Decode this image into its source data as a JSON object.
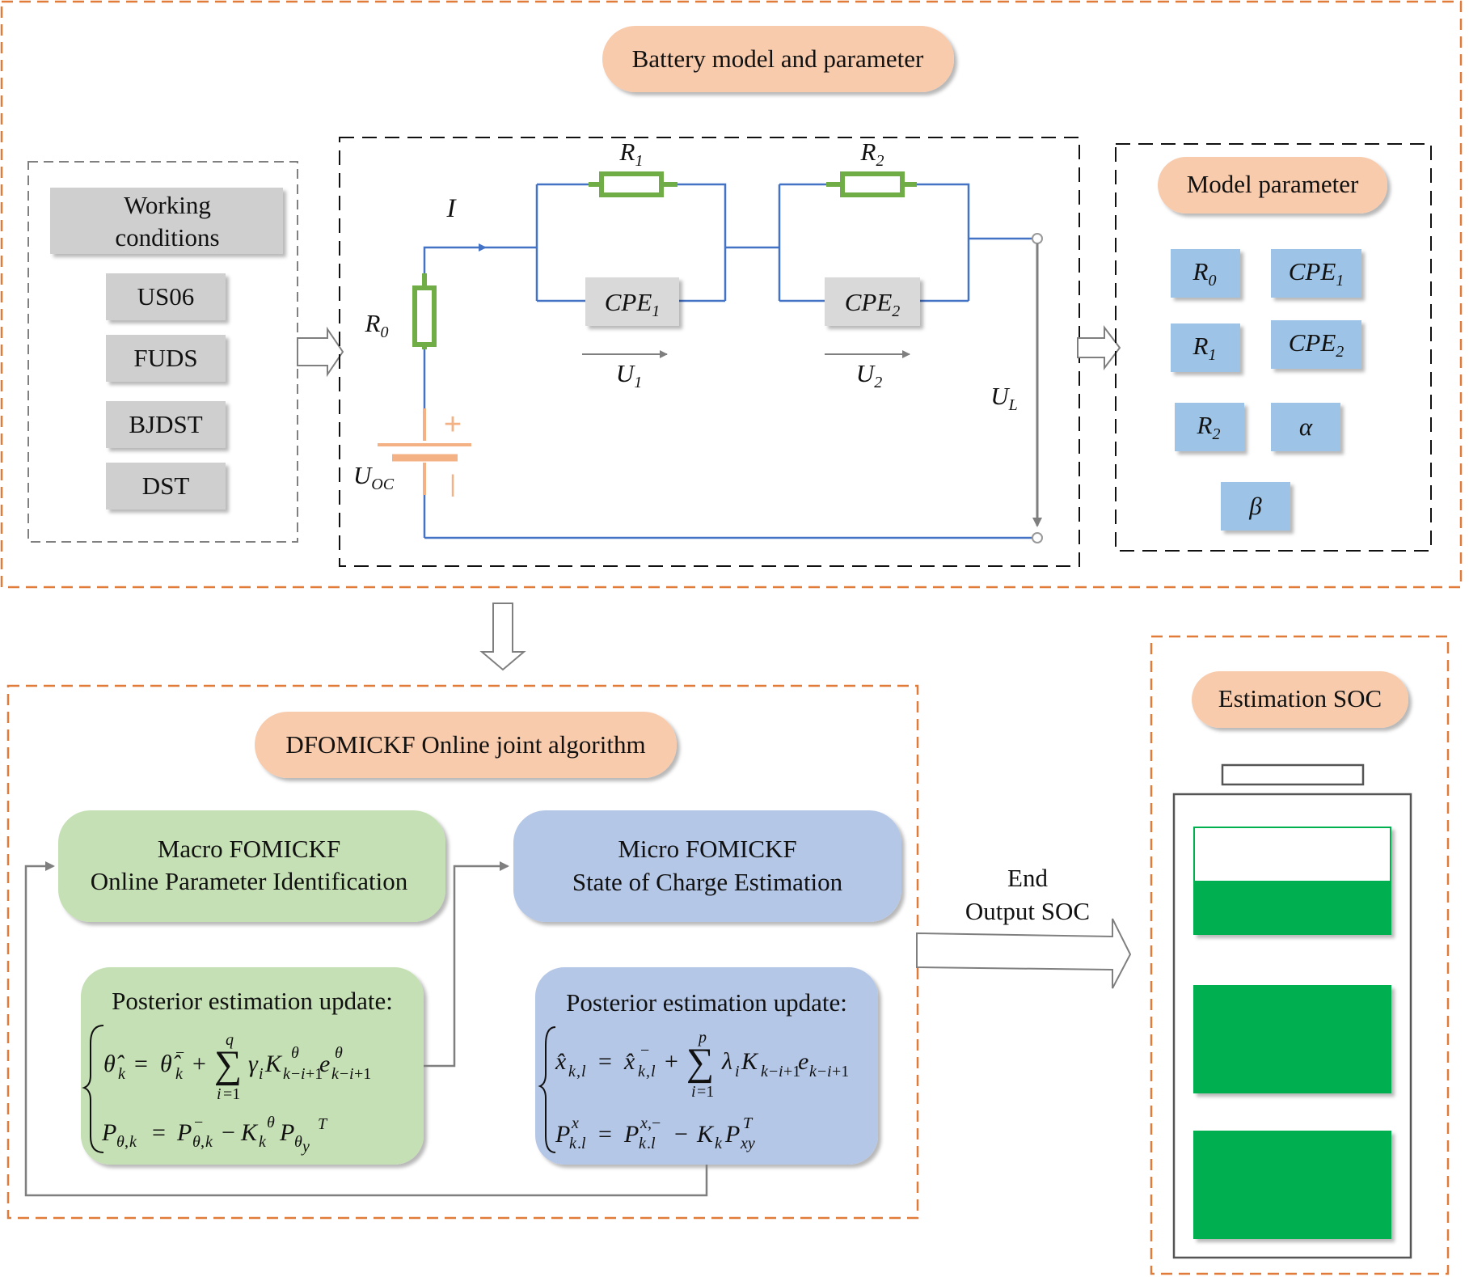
{
  "sections": {
    "battery_model_title": "Battery model and parameter",
    "algorithm_title": "DFOMICKF Online joint algorithm",
    "soc_title": "Estimation SOC"
  },
  "working_conditions": {
    "header_line1": "Working",
    "header_line2": "conditions",
    "items": [
      "US06",
      "FUDS",
      "BJDST",
      "DST"
    ]
  },
  "circuit": {
    "current": "I",
    "r0": {
      "base": "R",
      "sub": "0"
    },
    "r1": {
      "base": "R",
      "sub": "1"
    },
    "r2": {
      "base": "R",
      "sub": "2"
    },
    "cpe1": {
      "base": "CPE",
      "sub": "1"
    },
    "cpe2": {
      "base": "CPE",
      "sub": "2"
    },
    "u1": {
      "base": "U",
      "sub": "1"
    },
    "u2": {
      "base": "U",
      "sub": "2"
    },
    "ul": {
      "base": "U",
      "sub": "L"
    },
    "uoc": {
      "base": "U",
      "sub": "OC"
    },
    "plus": "+",
    "minus": "|"
  },
  "model_parameter": {
    "title": "Model parameter",
    "params": [
      {
        "base": "R",
        "sub": "0"
      },
      {
        "base": "CPE",
        "sub": "1"
      },
      {
        "base": "R",
        "sub": "1"
      },
      {
        "base": "CPE",
        "sub": "2"
      },
      {
        "base": "R",
        "sub": "2"
      },
      {
        "base": "α",
        "sub": ""
      },
      {
        "base": "β",
        "sub": ""
      }
    ]
  },
  "macro": {
    "line1": "Macro FOMICKF",
    "line2": "Online Parameter Identification",
    "posterior_title": "Posterior estimation update:"
  },
  "micro": {
    "line1": "Micro FOMICKF",
    "line2": "State of Charge Estimation",
    "posterior_title": "Posterior estimation update:"
  },
  "output": {
    "line1": "End",
    "line2": "Output SOC"
  },
  "battery_levels": [
    0.5,
    1.0,
    1.0
  ],
  "colors": {
    "orange_border": "#e07b39",
    "pill_fill": "#f8cbad",
    "gray_box": "#cfcfcf",
    "blue_param": "#9dc3e6",
    "green_box": "#c5e0b4",
    "blue_box": "#b4c7e7",
    "wire": "#4472c4",
    "resistor": "#70ad47",
    "battery_symbol": "#f4b183",
    "soc_fill": "#00b050"
  }
}
